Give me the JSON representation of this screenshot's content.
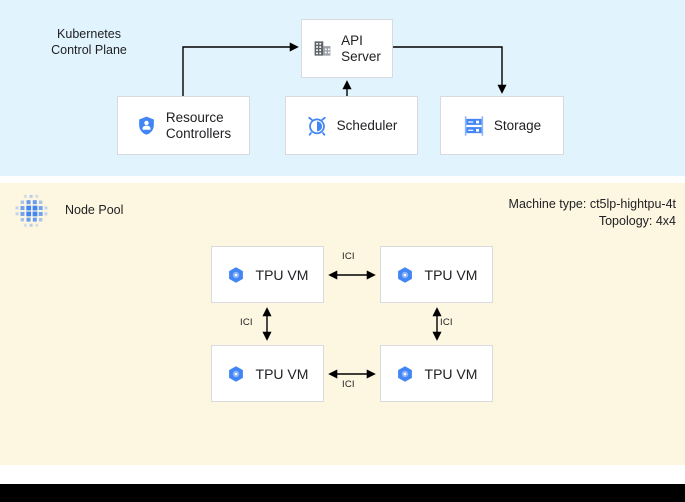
{
  "diagram": {
    "bottom_bar_color": "#000000",
    "page_background": "#ffffff"
  },
  "control_plane": {
    "title": "Kubernetes\nControl Plane",
    "background_color": "#e1f3fd",
    "nodes": [
      {
        "id": "api-server",
        "label": "API\nServer",
        "icon": "building-icon"
      },
      {
        "id": "resource-controllers",
        "label": "Resource\nControllers",
        "icon": "shield-person-icon"
      },
      {
        "id": "scheduler",
        "label": "Scheduler",
        "icon": "alarm-clock-icon"
      },
      {
        "id": "storage",
        "label": "Storage",
        "icon": "server-storage-icon"
      }
    ]
  },
  "node_pool": {
    "title": "Node Pool",
    "icon": "dot-matrix-icon",
    "background_color": "#fdf6e1",
    "machine_type": "Machine type: ct5lp-hightpu-4t",
    "topology": "Topology: 4x4",
    "vms": [
      {
        "id": "tpu-vm-0",
        "label": "TPU VM",
        "icon": "tpu-hexagon-icon"
      },
      {
        "id": "tpu-vm-1",
        "label": "TPU VM",
        "icon": "tpu-hexagon-icon"
      },
      {
        "id": "tpu-vm-2",
        "label": "TPU VM",
        "icon": "tpu-hexagon-icon"
      },
      {
        "id": "tpu-vm-3",
        "label": "TPU VM",
        "icon": "tpu-hexagon-icon"
      }
    ],
    "interconnects": [
      {
        "id": "ici-top",
        "label": "ICI",
        "between": [
          "tpu-vm-0",
          "tpu-vm-1"
        ]
      },
      {
        "id": "ici-bottom",
        "label": "ICI",
        "between": [
          "tpu-vm-2",
          "tpu-vm-3"
        ]
      },
      {
        "id": "ici-left",
        "label": "ICI",
        "between": [
          "tpu-vm-0",
          "tpu-vm-2"
        ]
      },
      {
        "id": "ici-right",
        "label": "ICI",
        "between": [
          "tpu-vm-1",
          "tpu-vm-3"
        ]
      }
    ]
  },
  "colors": {
    "accent_blue": "#4285f4",
    "icon_gray": "#5f6368",
    "box_border": "#d8dade",
    "text": "#202124"
  }
}
